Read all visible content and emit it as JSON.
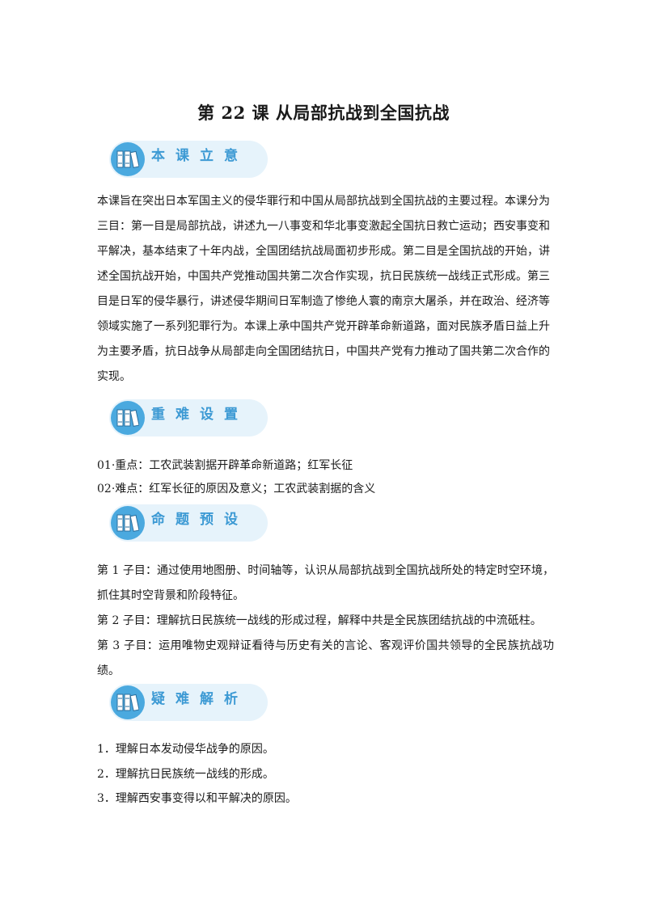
{
  "title": "第 22 课  从局部抗战到全国抗战",
  "sections": {
    "s1": {
      "label": "本课立意"
    },
    "s2": {
      "label": "重难设置"
    },
    "s3": {
      "label": "命题预设"
    },
    "s4": {
      "label": "疑难解析"
    }
  },
  "intro": "本课旨在突出日本军国主义的侵华罪行和中国从局部抗战到全国抗战的主要过程。本课分为三目：第一目是局部抗战，讲述九一八事变和华北事变激起全国抗日救亡运动；西安事变和平解决，基本结束了十年内战，全国团结抗战局面初步形成。第二目是全国抗战的开始，讲述全国抗战开始，中国共产党推动国共第二次合作实现，抗日民族统一战线正式形成。第三目是日军的侵华暴行，讲述侵华期间日军制造了惨绝人寰的南京大屠杀，并在政治、经济等领域实施了一系列犯罪行为。本课上承中国共产党开辟革命新道路，面对民族矛盾日益上升为主要矛盾，抗日战争从局部走向全国团结抗日，中国共产党有力推动了国共第二次合作的实现。",
  "key_points": [
    "01·重点：工农武装割据开辟革命新道路；红军长征",
    "02·难点：红军长征的原因及意义；工农武装割据的含义"
  ],
  "goals": [
    "第 1 子目：通过使用地图册、时间轴等，认识从局部抗战到全国抗战所处的特定时空环境，抓住其时空背景和阶段特征。",
    "第 2 子目：理解抗日民族统一战线的形成过程，解释中共是全民族团结抗战的中流砥柱。",
    "第 3 子目：运用唯物史观辩证看待与历史有关的言论、客观评价国共领导的全民族抗战功绩。"
  ],
  "questions": [
    "1．理解日本发动侵华战争的原因。",
    "2．理解抗日民族统一战线的形成。",
    "3．理解西安事变得以和平解决的原因。"
  ]
}
